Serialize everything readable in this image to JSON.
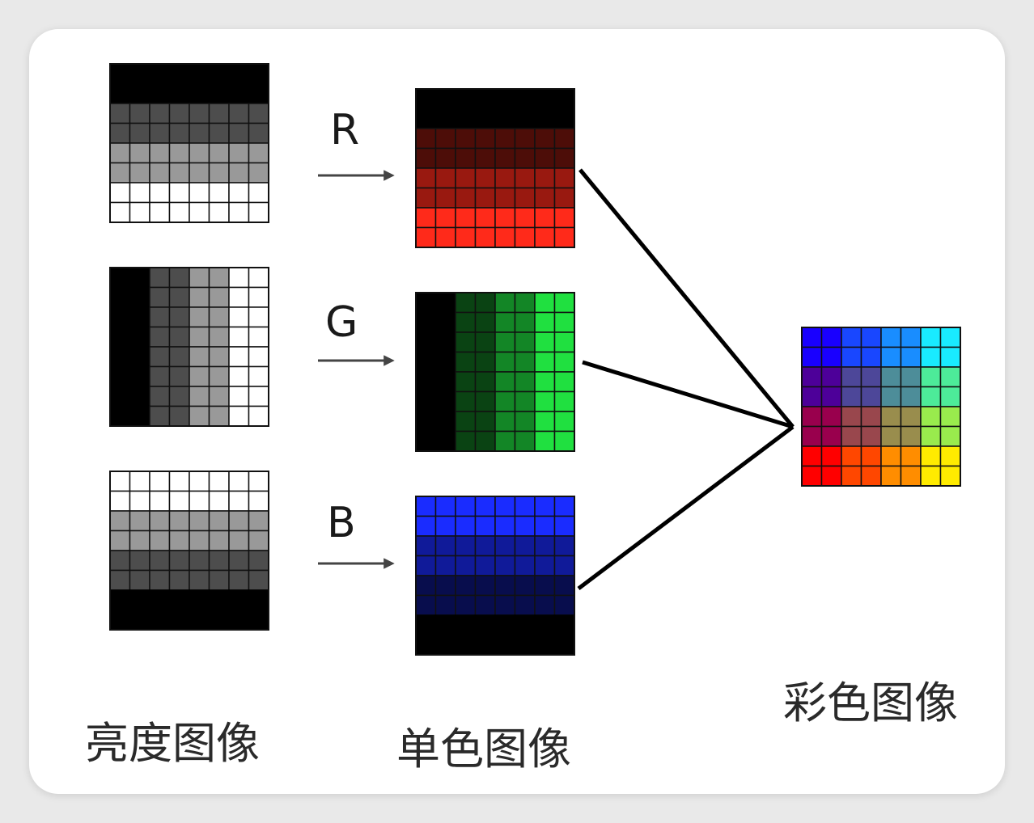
{
  "labels": {
    "brightness": "亮度图像",
    "mono": "单色图像",
    "color": "彩色图像"
  },
  "channels": [
    {
      "letter": "R",
      "color": "#ff2a1a"
    },
    {
      "letter": "G",
      "color": "#20e040"
    },
    {
      "letter": "B",
      "color": "#1a2cff"
    }
  ]
}
